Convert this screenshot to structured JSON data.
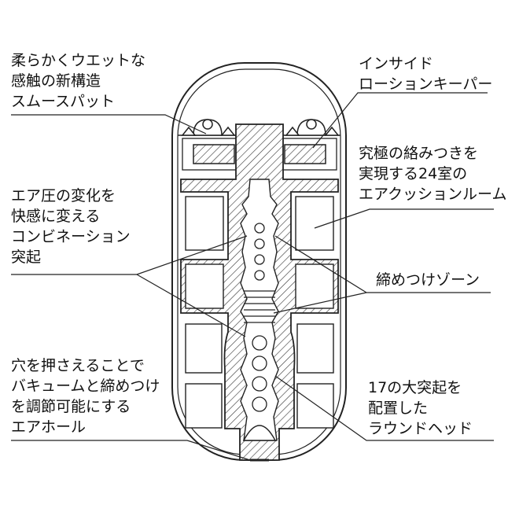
{
  "colors": {
    "ink": "#111111",
    "line": "#222222",
    "hatch": "#333333",
    "background": "#ffffff"
  },
  "labels": {
    "smooth_spot": [
      "柔らかくウエットな",
      "感触の新構造",
      "スムースパット"
    ],
    "inside_keeper": [
      "インサイド",
      "ローションキーパー"
    ],
    "air_cushion": [
      "究極の絡みつきを",
      "実現する24室の",
      "エアクッションルーム"
    ],
    "air_pressure": [
      "エア圧の変化を",
      "快感に変える",
      "コンビネーション",
      "突起"
    ],
    "squeeze_zone": [
      "締めつけゾーン"
    ],
    "air_hole": [
      "穴を押さえることで",
      "バキュームと締めつけ",
      "を調節可能にする",
      "エアホール"
    ],
    "round_head": [
      "17の大突起を",
      "配置した",
      "ラウンドヘッド"
    ]
  }
}
